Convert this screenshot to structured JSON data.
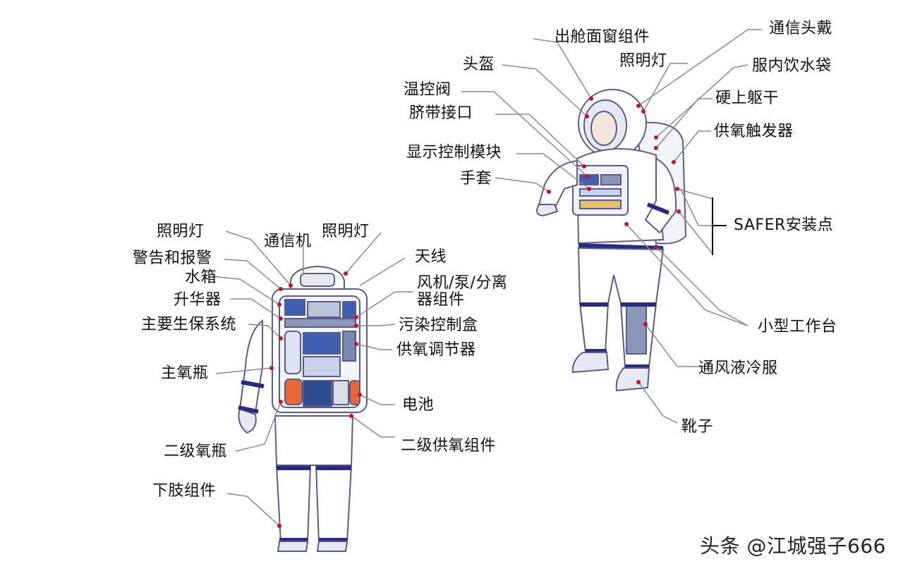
{
  "suit_rear_labels": {
    "lighting_lamp_left": "照明灯",
    "comm_unit": "通信机",
    "lighting_lamp_right": "照明灯",
    "warning_alarm": "警告和报警",
    "water_tank": "水箱",
    "sublimator": "升华器",
    "main_life_support": "主要生保系统",
    "antenna": "天线",
    "fan_pump_separator_line1": "风机/泵/分离",
    "fan_pump_separator_line2": "器组件",
    "contamination_control_box": "污染控制盒",
    "oxygen_regulator": "供氧调节器",
    "main_oxygen_bottle": "主氧瓶",
    "battery": "电池",
    "secondary_oxygen_bottle": "二级氧瓶",
    "secondary_oxygen_supply": "二级供氧组件",
    "lower_limb_assembly": "下肢组件"
  },
  "suit_front_labels": {
    "visor_assembly": "出舱面窗组件",
    "comm_headset": "通信头戴",
    "lighting_lamp": "照明灯",
    "helmet": "头盔",
    "drinking_bag": "服内饮水袋",
    "temp_control_valve": "温控阀",
    "hard_upper_torso": "硬上躯干",
    "umbilical_interface": "脐带接口",
    "oxygen_trigger": "供氧触发器",
    "display_control_module": "显示控制模块",
    "glove": "手套",
    "safer_mount": "SAFER安装点",
    "mini_workstation": "小型工作台",
    "ventilation_cooling_garment": "通风液冷服",
    "boots": "靴子"
  },
  "watermark": "头条 @江城强子666",
  "colors": {
    "suit_outline": "#5b5b8a",
    "suit_band": "#2a2a80",
    "leader_line": "#8a8a8a",
    "marker_red": "#c8102e",
    "backpack_blue": "#3f5fb0",
    "backpack_orange": "#e8683a"
  }
}
